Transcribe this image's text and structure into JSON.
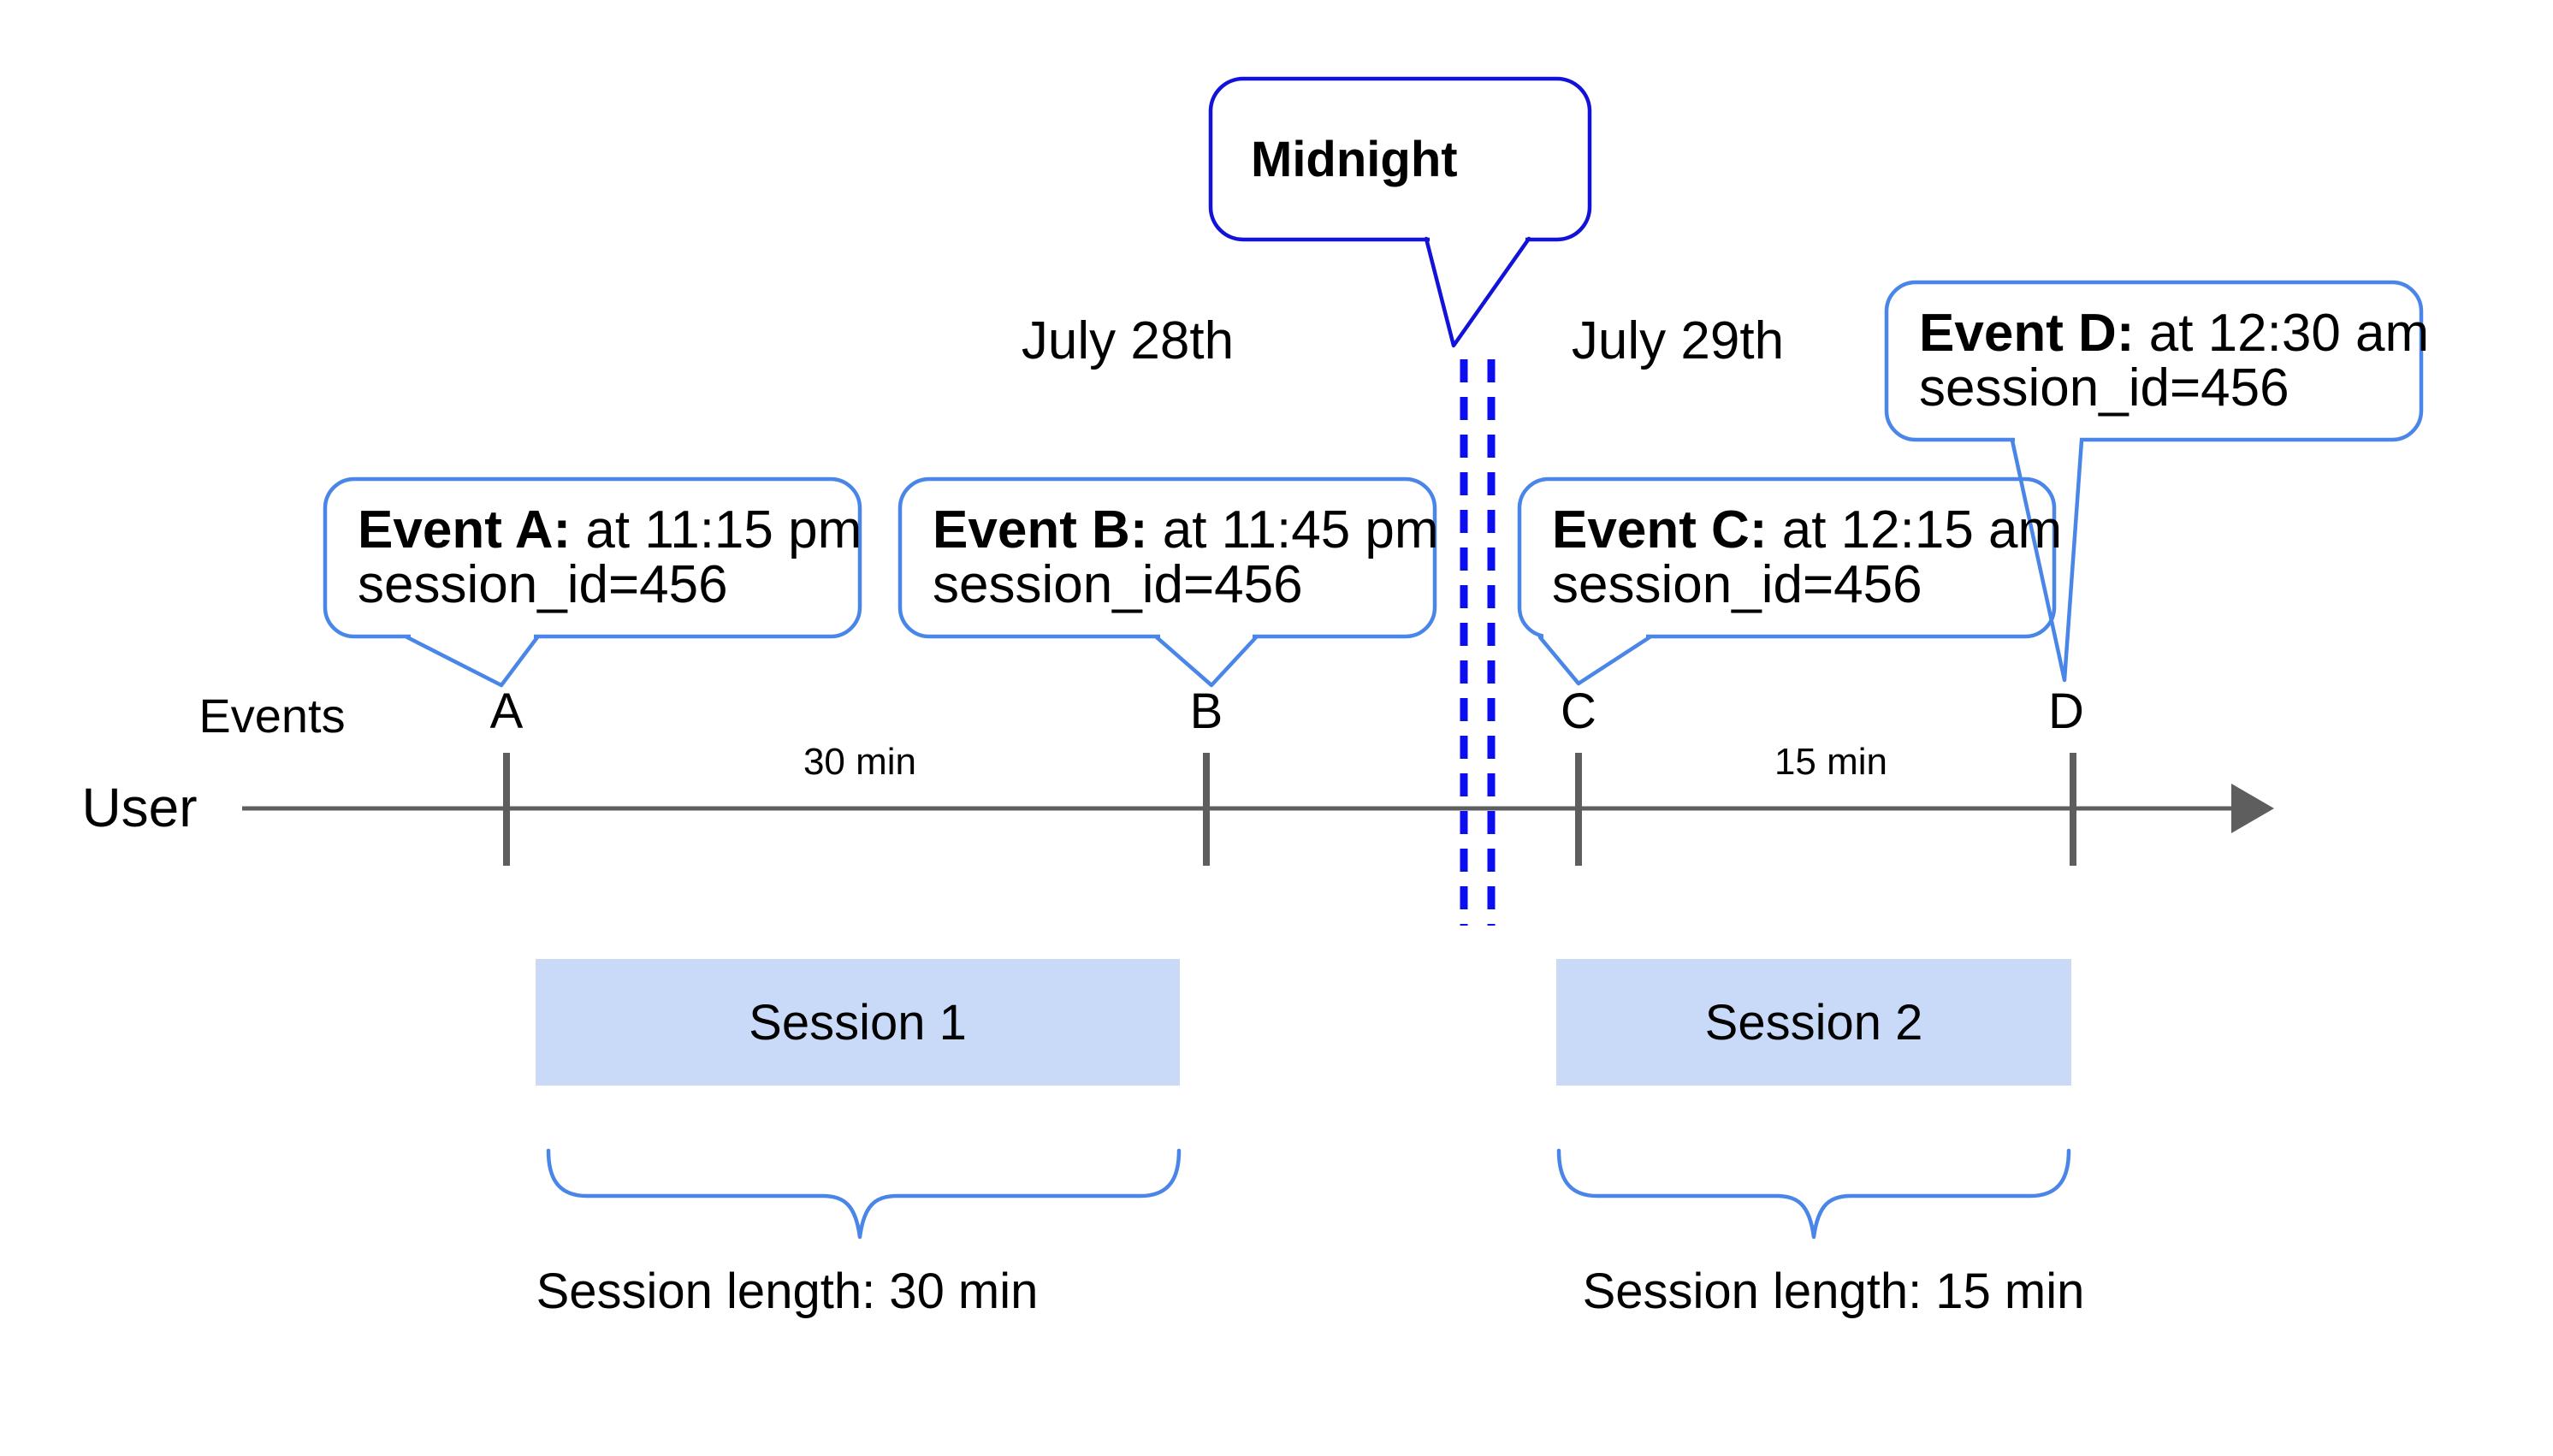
{
  "dates": {
    "before_midnight": "July 28th",
    "after_midnight": "July 29th"
  },
  "midnight": {
    "label": "Midnight"
  },
  "event_callouts": [
    {
      "title_bold": "Event A:",
      "title_rest": " at 11:15 pm",
      "detail": "session_id=456"
    },
    {
      "title_bold": "Event B:",
      "title_rest": " at 11:45 pm",
      "detail": "session_id=456"
    },
    {
      "title_bold": "Event C:",
      "title_rest": " at 12:15 am",
      "detail": "session_id=456"
    },
    {
      "title_bold": "Event D:",
      "title_rest": " at 12:30 am",
      "detail": "session_id=456"
    }
  ],
  "timeline": {
    "events_label": "Events",
    "user_label": "User",
    "markers": [
      "A",
      "B",
      "C",
      "D"
    ],
    "gap_labels": [
      "30 min",
      "15 min"
    ]
  },
  "sessions": [
    {
      "name": "Session 1",
      "length": "Session length: 30 min"
    },
    {
      "name": "Session 2",
      "length": "Session length: 15 min"
    }
  ],
  "colors": {
    "midnight_blue": "#1212d9",
    "dash_blue": "#0d0df2",
    "cornflower": "#4a86e8",
    "session_fill": "#c9daf8",
    "axis_gray": "#5e5e5e"
  }
}
